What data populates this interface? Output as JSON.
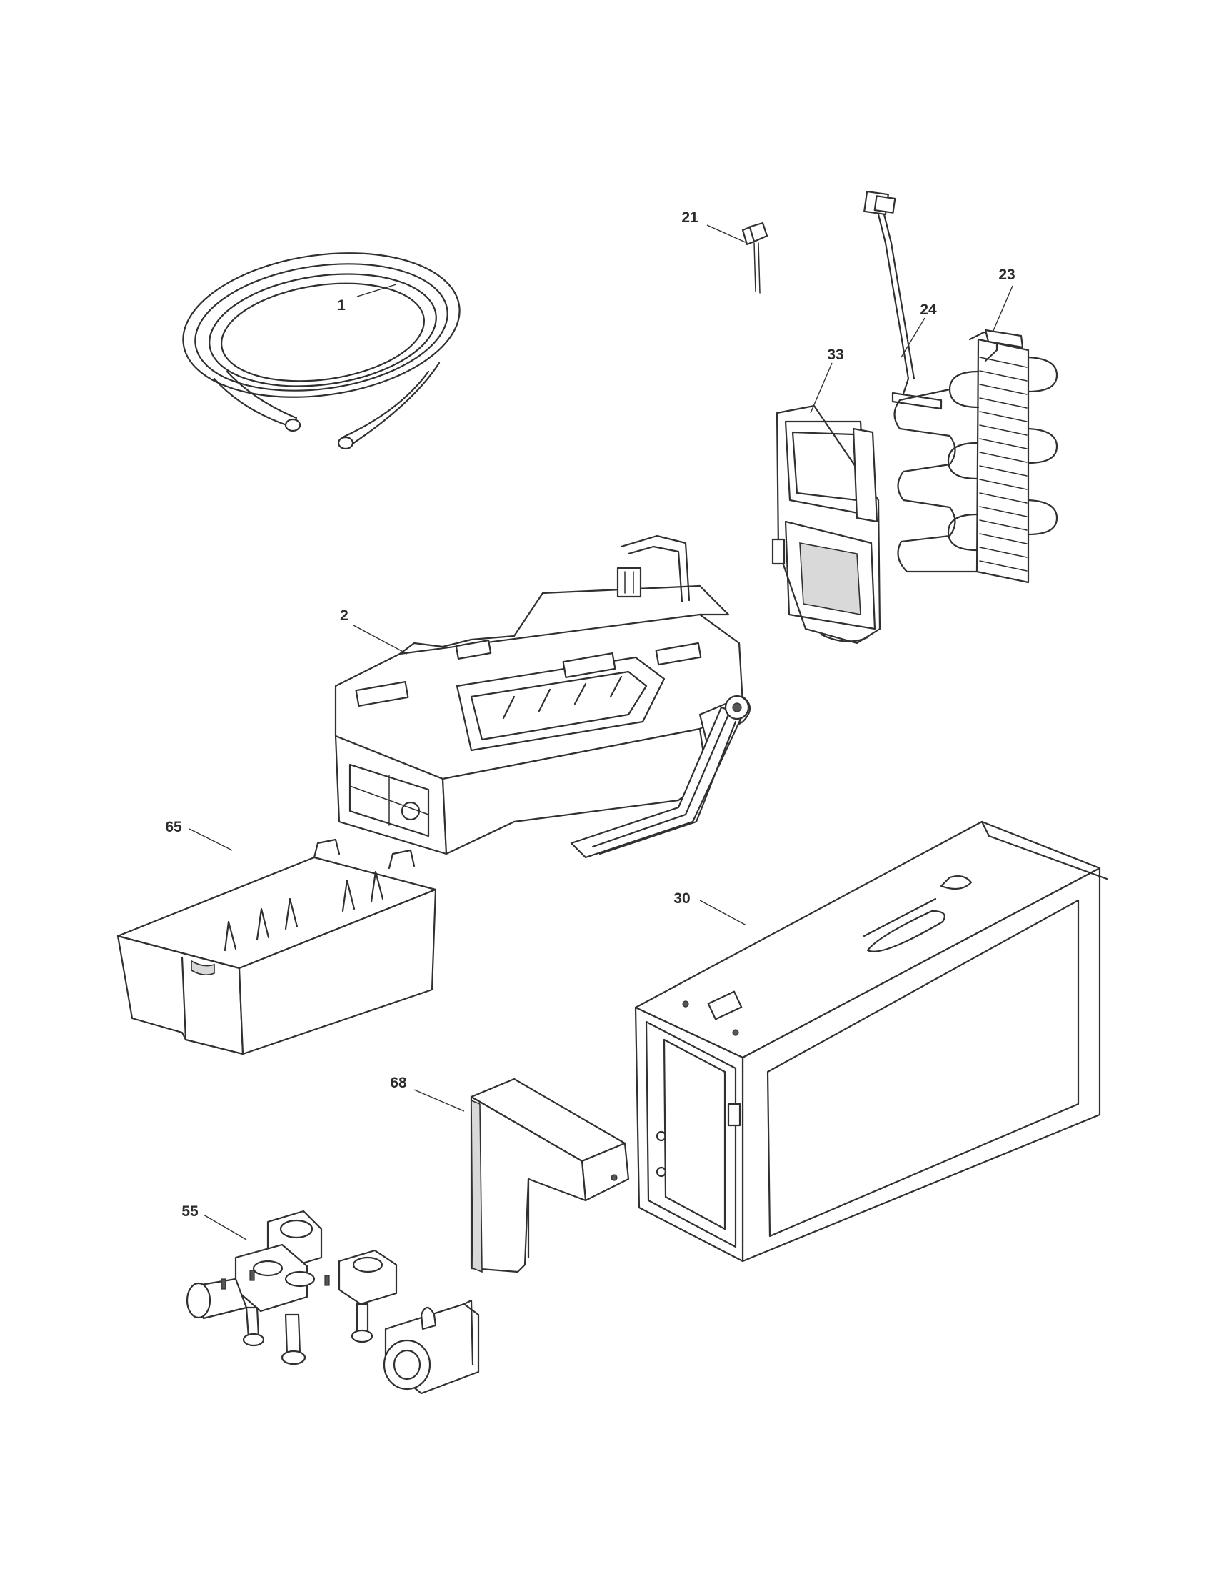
{
  "diagram": {
    "callouts": [
      {
        "id": "1"
      },
      {
        "id": "2"
      },
      {
        "id": "21"
      },
      {
        "id": "23"
      },
      {
        "id": "24"
      },
      {
        "id": "33"
      },
      {
        "id": "65"
      },
      {
        "id": "30"
      },
      {
        "id": "68"
      },
      {
        "id": "55"
      }
    ]
  }
}
